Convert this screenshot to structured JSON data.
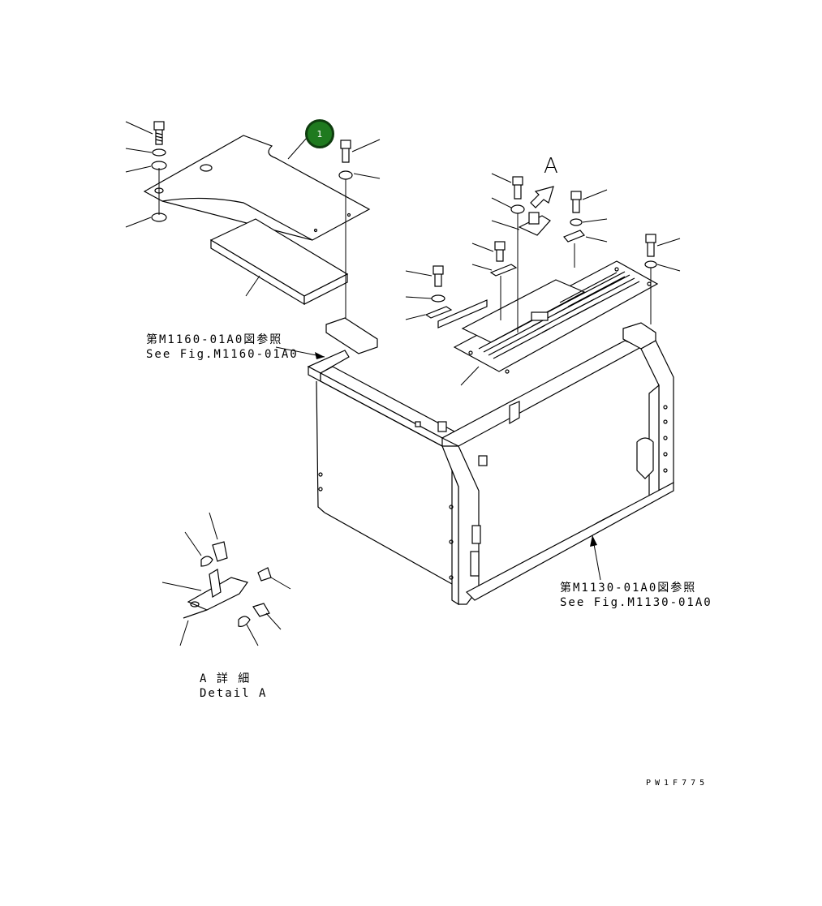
{
  "callout": {
    "number": "1",
    "color": "#1f7a1f"
  },
  "view_letter": "A",
  "ref_top": {
    "jp": "第M1160-01A0図参照",
    "en": "See Fig.M1160-01A0"
  },
  "ref_bottom": {
    "jp": "第M1130-01A0図参照",
    "en": "See Fig.M1130-01A0"
  },
  "detail": {
    "jp": "A 詳 細",
    "en": "Detail A"
  },
  "drawing_code": "PW1F775"
}
